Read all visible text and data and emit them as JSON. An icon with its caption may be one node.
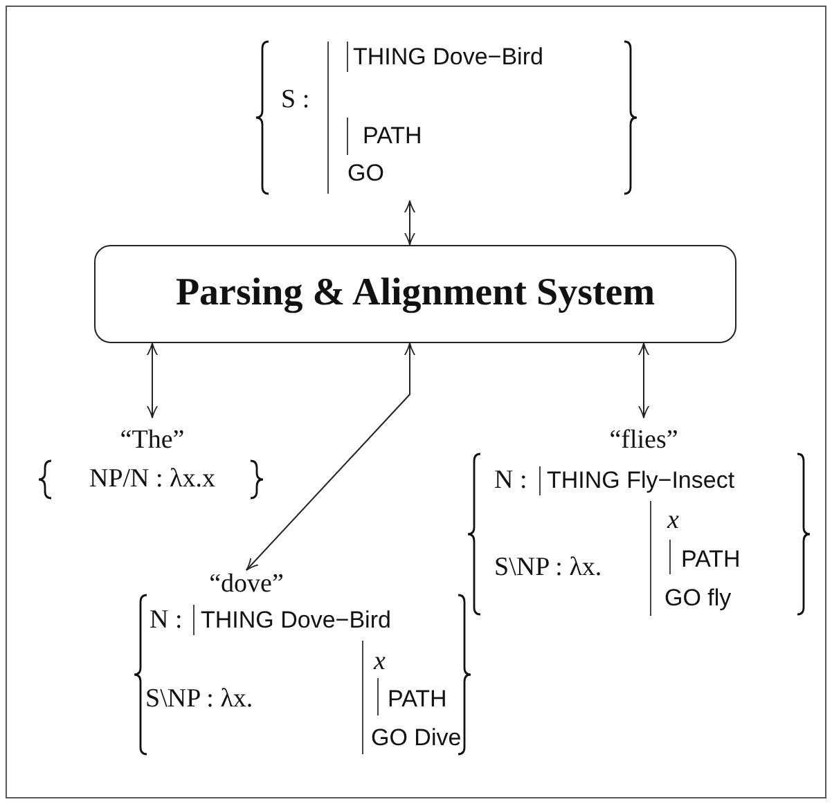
{
  "diagram": {
    "nodes": [
      {
        "text": [
          "S :",
          "THING Dove−Bird",
          "PATH",
          "GO"
        ]
      },
      {
        "text": [
          "Parsing & Alignment System"
        ]
      },
      {
        "text": [
          "“The”",
          "NP/N : λx.x"
        ]
      },
      {
        "text": [
          "“dove”",
          "N :",
          "THING Dove−Bird",
          "S\\NP : λx.",
          "x",
          "PATH",
          "GO Dive"
        ]
      },
      {
        "text": [
          "“flies”",
          "N :",
          "THING Fly−Insect",
          "S\\NP : λx.",
          "x",
          "PATH",
          "GO fly"
        ]
      }
    ],
    "edges": [
      {
        "from": 0,
        "to": 1,
        "arrow": "both"
      },
      {
        "from": 1,
        "to": 2,
        "arrow": "both"
      },
      {
        "from": 1,
        "to": 3,
        "arrow": "both"
      },
      {
        "from": 1,
        "to": 4,
        "arrow": "both"
      }
    ]
  }
}
